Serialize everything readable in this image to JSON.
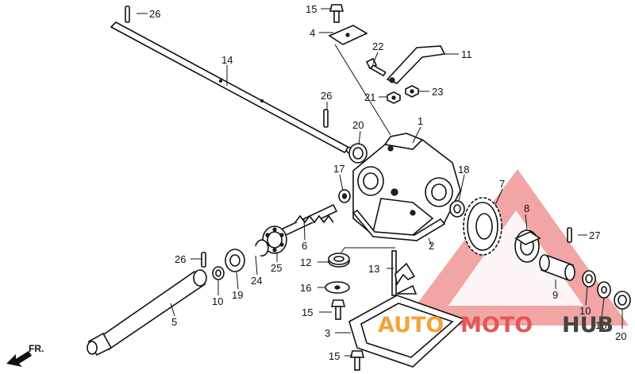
{
  "diagram": {
    "callouts": {
      "c1": "1",
      "c2": "2",
      "c3": "3",
      "c4": "4",
      "c5": "5",
      "c6": "6",
      "c7": "7",
      "c8": "8",
      "c9": "9",
      "c10a": "10",
      "c10b": "10",
      "c11": "11",
      "c12": "12",
      "c13": "13",
      "c14": "14",
      "c15a": "15",
      "c15b": "15",
      "c15c": "15",
      "c16": "16",
      "c17": "17",
      "c18a": "18",
      "c18b": "18",
      "c19": "19",
      "c20a": "20",
      "c20b": "20",
      "c21": "21",
      "c22": "22",
      "c23": "23",
      "c24": "24",
      "c25": "25",
      "c26a": "26",
      "c26b": "26",
      "c26c": "26",
      "c27": "27"
    },
    "direction_label": "FR."
  },
  "watermark": {
    "word_auto": "AUTO",
    "word_moto": "MOTO",
    "word_hub": "HUB",
    "color_auto": "#f2a33a",
    "color_moto": "#e55656",
    "color_hub": "#444444",
    "triangle_color": "#e65b5b"
  }
}
